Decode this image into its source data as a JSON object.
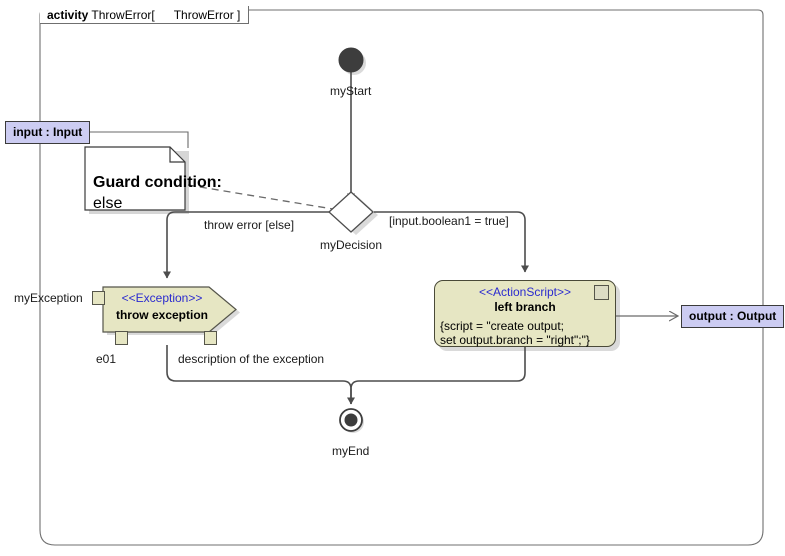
{
  "frame": {
    "keyword": "activity",
    "name": "ThrowError[",
    "icon": "activity-diagram-icon",
    "inner_name": "ThrowError ]"
  },
  "nodes": {
    "start": {
      "label": "myStart",
      "icon": "initial-node-icon"
    },
    "decision": {
      "label": "myDecision",
      "icon": "decision-node-icon"
    },
    "end": {
      "label": "myEnd",
      "icon": "final-node-icon"
    },
    "exception": {
      "stereotype": "<<Exception>>",
      "name": "throw exception",
      "node_label": "myException",
      "pin_label": "e01"
    },
    "action": {
      "stereotype": "<<ActionScript>>",
      "name": "left branch",
      "script_line1": "{script = \"create output;",
      "script_line2": "set output.branch = \"right\";\"}",
      "icon": "script-gear-icon"
    }
  },
  "parameters": {
    "input": "input : Input",
    "output": "output : Output"
  },
  "note": {
    "title": "Guard condition:",
    "body": "else"
  },
  "edges": {
    "throw_error": "throw error [else]",
    "boolean_guard": "[input.boolean1 = true]",
    "exception_description": "description of the exception"
  },
  "colors": {
    "param_fill": "#ccccf2",
    "node_fill": "#e6e6c3",
    "stereotype_text": "#2b2bcf",
    "line": "#4d4d4d",
    "frame_border": "#6f6f6f"
  }
}
